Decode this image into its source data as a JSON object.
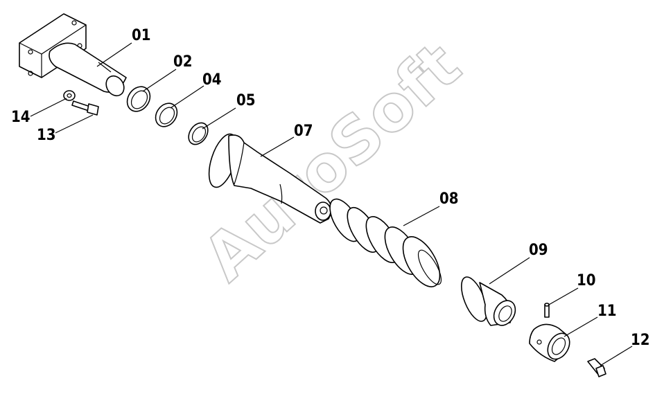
{
  "watermark": "AutoSoft",
  "labels": {
    "p01": "01",
    "p02": "02",
    "p04": "04",
    "p05": "05",
    "p07": "07",
    "p08": "08",
    "p09": "09",
    "p10": "10",
    "p11": "11",
    "p12": "12",
    "p13": "13",
    "p14": "14"
  }
}
